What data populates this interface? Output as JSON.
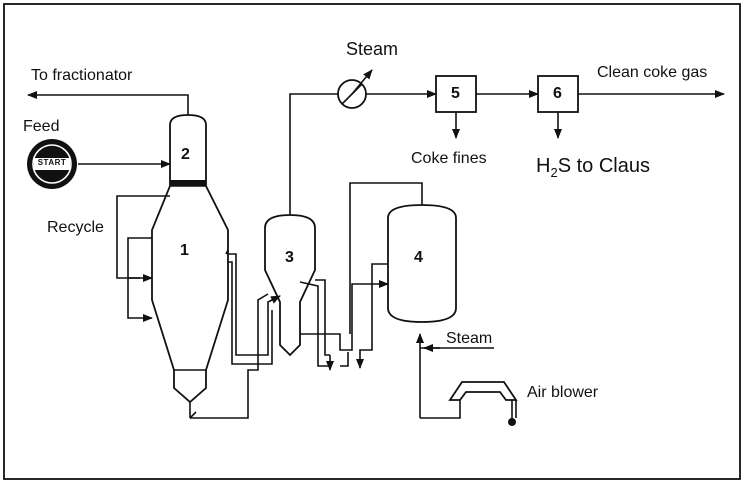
{
  "labels": {
    "to_fractionator": "To fractionator",
    "feed": "Feed",
    "start": "START",
    "recycle": "Recycle",
    "steam_top": "Steam",
    "coke_fines": "Coke fines",
    "h2s_main": "H",
    "h2s_sub": "2",
    "h2s_rest": "S to Claus",
    "clean_coke_gas": "Clean coke gas",
    "steam_bottom": "Steam",
    "air_blower": "Air blower"
  },
  "units": {
    "u1": "1",
    "u2": "2",
    "u3": "3",
    "u4": "4",
    "u5": "5",
    "u6": "6"
  }
}
